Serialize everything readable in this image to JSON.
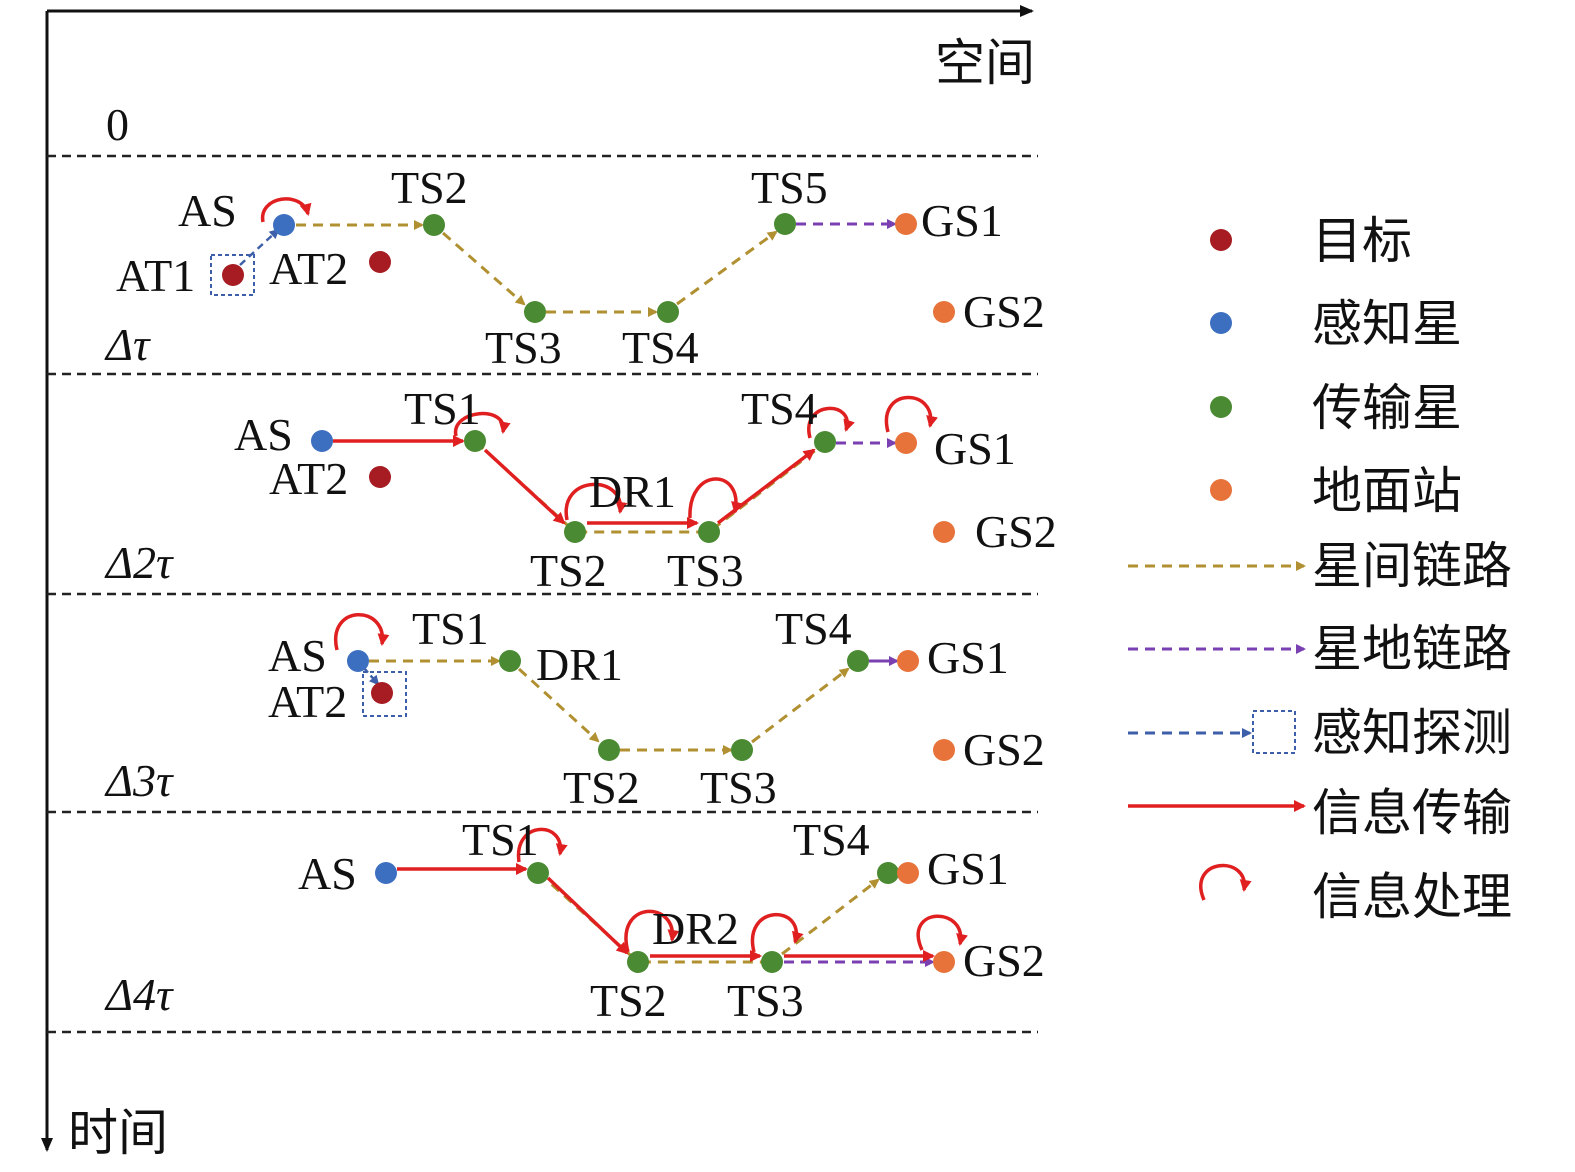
{
  "axes": {
    "space_label": "空间",
    "time_label": "时间"
  },
  "time_labels": [
    "0",
    "Δτ",
    "Δ2τ",
    "Δ3τ",
    "Δ4τ"
  ],
  "colors": {
    "target": "#a61c22",
    "sensing": "#3d6fc0",
    "transmission": "#4a8a32",
    "ground": "#e8733a",
    "isl": "#b09030",
    "sgl": "#7a3fb0",
    "detect": "#3d5ea8",
    "info": "#e02020"
  },
  "legend": [
    {
      "kind": "dot",
      "color_key": "target",
      "label": "目标",
      "icon": "target-dot-icon"
    },
    {
      "kind": "dot",
      "color_key": "sensing",
      "label": "感知星",
      "icon": "sensing-satellite-dot-icon"
    },
    {
      "kind": "dot",
      "color_key": "transmission",
      "label": "传输星",
      "icon": "transmission-satellite-dot-icon"
    },
    {
      "kind": "dot",
      "color_key": "ground",
      "label": "地面站",
      "icon": "ground-station-dot-icon"
    },
    {
      "kind": "dash",
      "color_key": "isl",
      "label": "星间链路",
      "icon": "inter-satellite-link-icon"
    },
    {
      "kind": "dash",
      "color_key": "sgl",
      "label": "星地链路",
      "icon": "satellite-ground-link-icon"
    },
    {
      "kind": "detect",
      "color_key": "detect",
      "label": "感知探测",
      "icon": "sensing-detection-icon"
    },
    {
      "kind": "solid",
      "color_key": "info",
      "label": "信息传输",
      "icon": "information-transmission-icon"
    },
    {
      "kind": "loop",
      "color_key": "info",
      "label": "信息处理",
      "icon": "information-processing-icon"
    }
  ],
  "node_labels": {
    "b1": {
      "AS": "AS",
      "AT1": "AT1",
      "AT2": "AT2",
      "TS2": "TS2",
      "TS3": "TS3",
      "TS4": "TS4",
      "TS5": "TS5",
      "GS1": "GS1",
      "GS2": "GS2"
    },
    "b2": {
      "AS": "AS",
      "AT2": "AT2",
      "TS1": "TS1",
      "TS2": "TS2",
      "DR1": "DR1",
      "TS3": "TS3",
      "TS4": "TS4",
      "GS1": "GS1",
      "GS2": "GS2"
    },
    "b3": {
      "AS": "AS",
      "AT2": "AT2",
      "TS1": "TS1",
      "DR1": "DR1",
      "TS2": "TS2",
      "TS3": "TS3",
      "TS4": "TS4",
      "GS1": "GS1",
      "GS2": "GS2"
    },
    "b4": {
      "AS": "AS",
      "TS1": "TS1",
      "DR2": "DR2",
      "TS2": "TS2",
      "TS3": "TS3",
      "TS4": "TS4",
      "GS1": "GS1",
      "GS2": "GS2"
    }
  }
}
